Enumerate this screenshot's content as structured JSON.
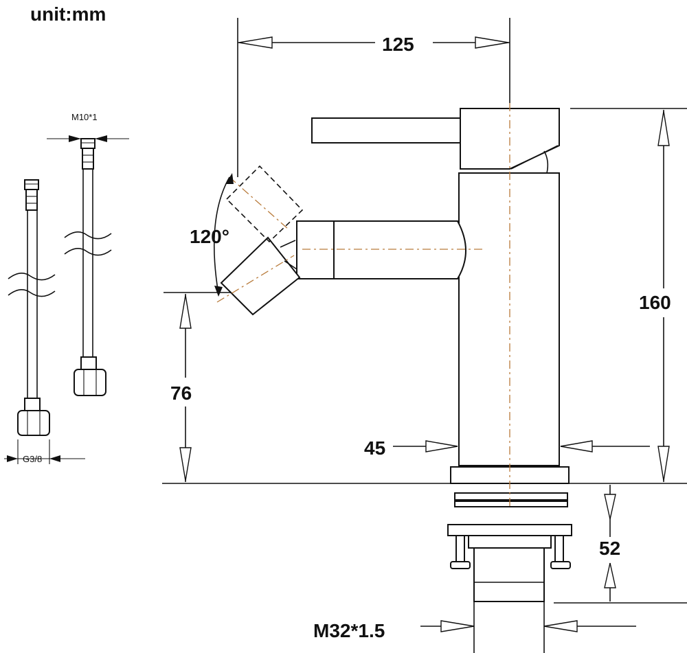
{
  "unit_label": "unit:mm",
  "dimensions": {
    "width_spout": "125",
    "height_total": "160",
    "height_spout": "76",
    "body_diameter": "45",
    "below_deck": "52",
    "thread": "M32*1.5",
    "swivel_angle": "120°"
  },
  "hoses": {
    "top_thread": "M10*1",
    "bottom_thread": "G3/8"
  },
  "colors": {
    "line": "#111111",
    "centerline": "#b87a3a"
  }
}
